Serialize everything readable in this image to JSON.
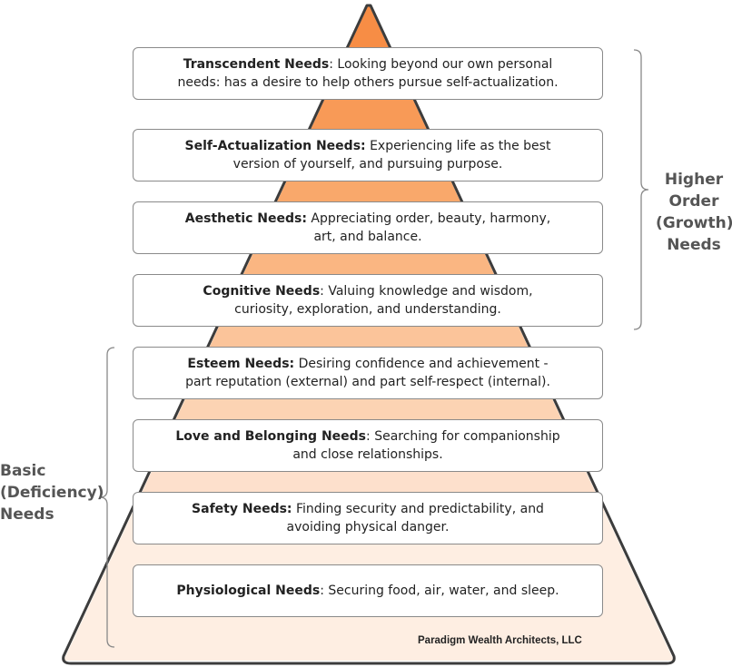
{
  "levels": [
    {
      "title": "Transcendent Needs",
      "sep": ": ",
      "text": "Looking beyond our own personal needs: has a desire to help others pursue self-actualization.",
      "color": "#f78d45"
    },
    {
      "title": "Self-Actualization Needs:",
      "sep": " ",
      "text": "Experiencing life as the best version of yourself, and pursuing purpose.",
      "color": "#f89a57"
    },
    {
      "title": "Aesthetic Needs:",
      "sep": " ",
      "text": "Appreciating order, beauty, harmony, art, and balance.",
      "color": "#f9a86b"
    },
    {
      "title": "Cognitive Needs",
      "sep": ": ",
      "text": "Valuing knowledge and wisdom, curiosity, exploration, and understanding.",
      "color": "#fab682"
    },
    {
      "title": "Esteem Needs:",
      "sep": " ",
      "text": "Desiring confidence and achievement - part reputation (external) and part self-respect (internal).",
      "color": "#fbc49a"
    },
    {
      "title": "Love and Belonging Needs",
      "sep": ": ",
      "text": "Searching for companionship and close relationships.",
      "color": "#fcd3b3"
    },
    {
      "title": "Safety Needs:",
      "sep": " ",
      "text": "Finding security and predictability, and avoiding physical danger.",
      "color": "#fde0cc"
    },
    {
      "title": "Physiological Needs",
      "sep": ": ",
      "text": "Securing food, air, water, and sleep.",
      "color": "#feeee2"
    }
  ],
  "groups": {
    "higher": {
      "lines": [
        "Higher",
        "Order",
        "(Growth)",
        "Needs"
      ]
    },
    "basic": {
      "lines": [
        "Basic",
        "(Deficiency)",
        "Needs"
      ]
    }
  },
  "credit": "Paradigm Wealth Architects, LLC",
  "colors": {
    "outline": "#3c3c3c",
    "bracket": "#888888",
    "box_border": "#8a8a8a",
    "label": "#555555"
  }
}
